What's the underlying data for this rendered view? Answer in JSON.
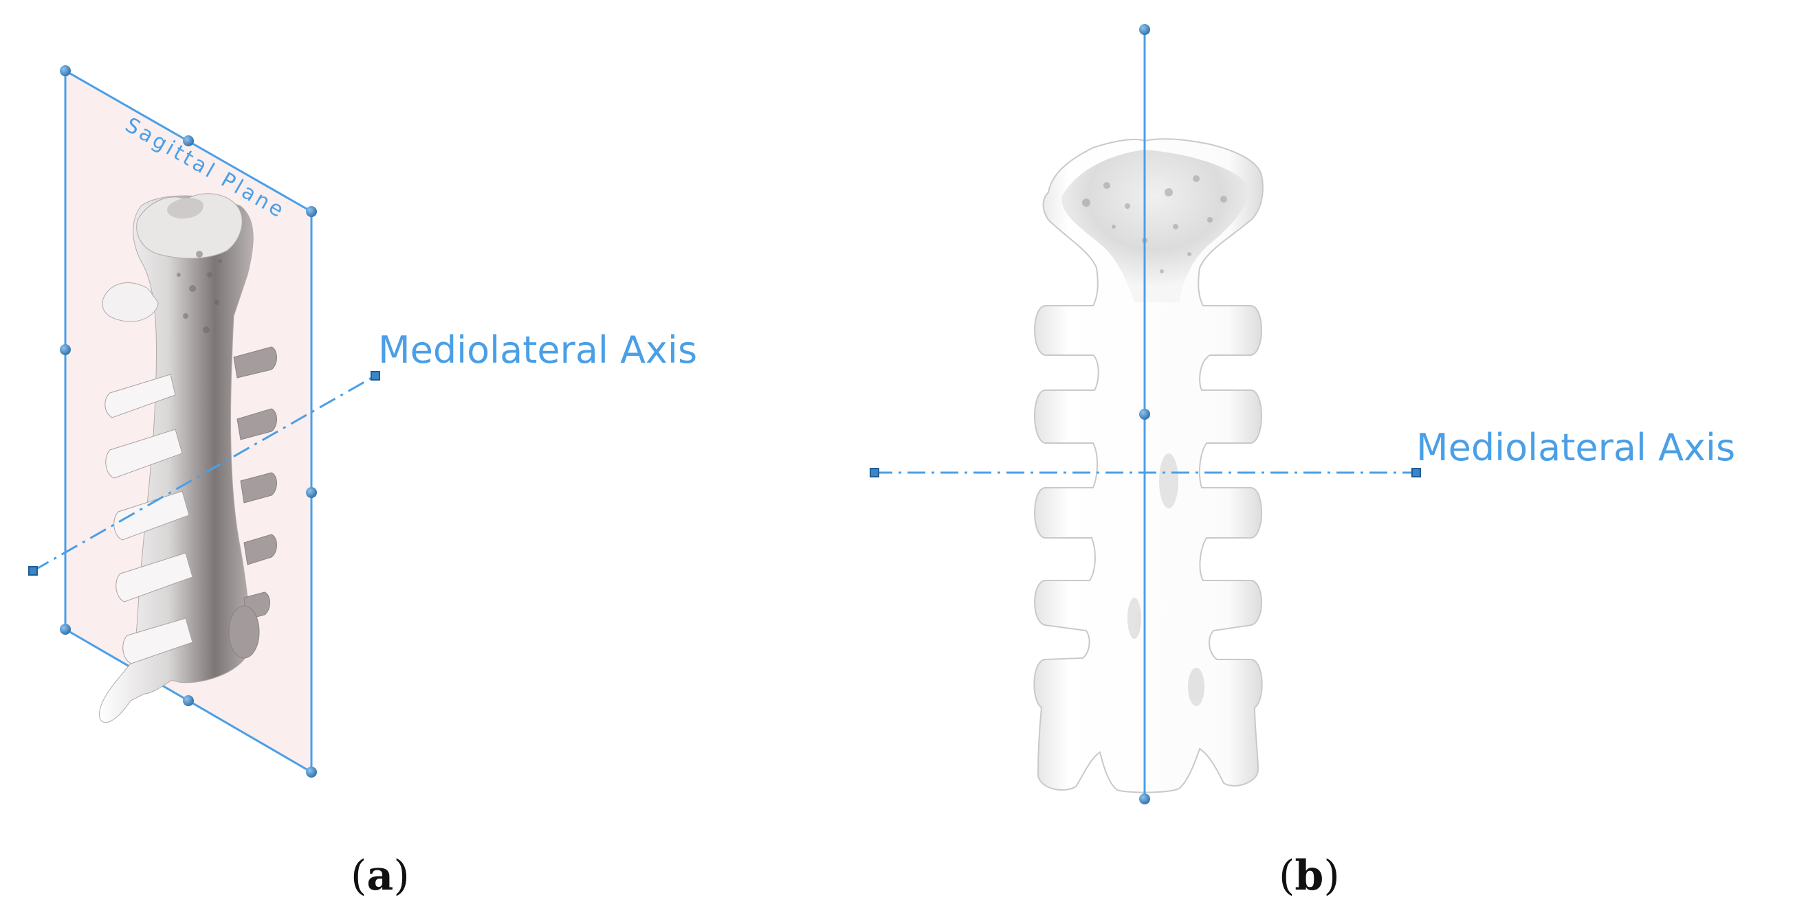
{
  "panels": [
    {
      "id": "a",
      "label": "a",
      "plane_label": "Sagittal Plane",
      "axis_label": "Mediolateral Axis"
    },
    {
      "id": "b",
      "label": "b",
      "axis_label": "Mediolateral Axis"
    }
  ],
  "colors": {
    "annotation_blue": "#4a9fe6",
    "handle_blue": "#3a86c8",
    "plane_fill": "#fbeeee",
    "bone_light": "#f2f2f2",
    "bone_shadow": "#9a9a9a",
    "label_text": "#111111"
  }
}
